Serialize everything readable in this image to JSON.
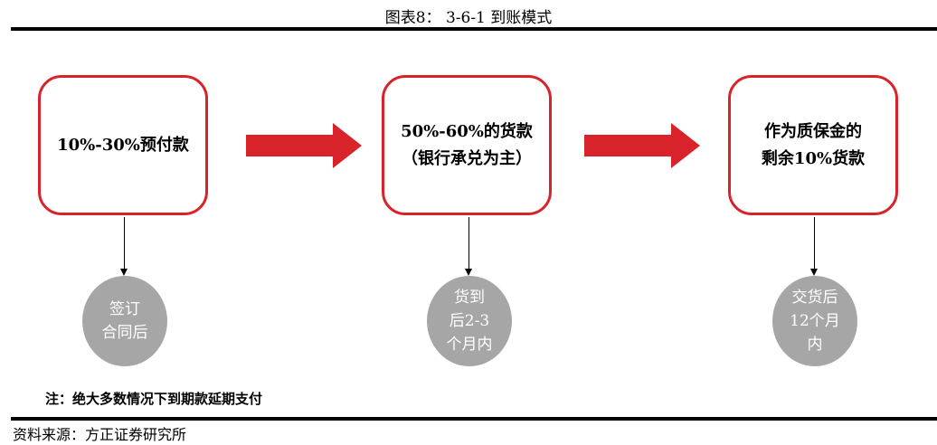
{
  "title": "图表8： 3-6-1 到账模式",
  "colors": {
    "accent": "#d9232a",
    "circle": "#a6a6a6"
  },
  "steps": [
    {
      "box": "10%-30%预付款",
      "timing": "签订\n合同后"
    },
    {
      "box": "50%-60%的货款\n（银行承兑为主）",
      "timing": "货到\n后2-3\n个月内"
    },
    {
      "box": "作为质保金的\n剩余10%货款",
      "timing": "交货后\n12个月\n内"
    }
  ],
  "note": "注：绝大多数情况下到期款延期支付",
  "source": "资料来源：方正证券研究所"
}
